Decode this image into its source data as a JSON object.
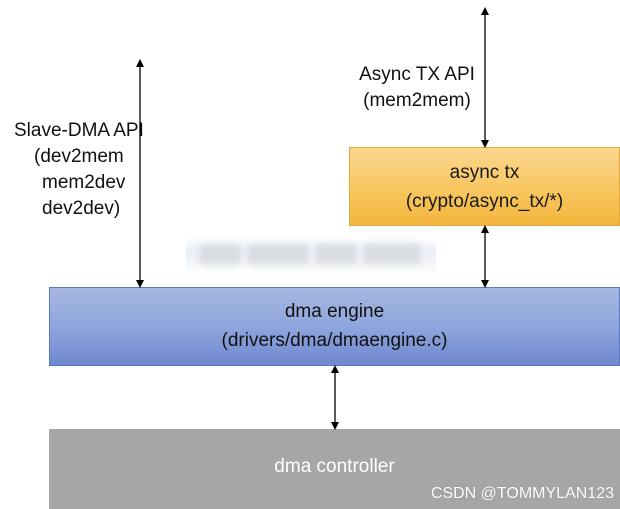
{
  "slave_dma_api": {
    "line1": "Slave-DMA API",
    "line2": "(dev2mem",
    "line3": "mem2dev",
    "line4": "dev2dev)"
  },
  "async_tx_api": {
    "line1": "Async TX API",
    "line2": "(mem2mem)"
  },
  "async_tx_box": {
    "title": "async tx",
    "path": "(crypto/async_tx/*)"
  },
  "dma_engine_box": {
    "title": "dma engine",
    "path": "(drivers/dma/dmaengine.c)"
  },
  "dma_controller_box": {
    "title": "dma controller"
  },
  "watermark": "CSDN @TOMMYLAN123",
  "colors": {
    "async_tx_fill": "#f8c660",
    "dma_engine_fill": "#8fa5dc",
    "dma_controller_fill": "#a6a6a6",
    "arrow": "#000000"
  }
}
